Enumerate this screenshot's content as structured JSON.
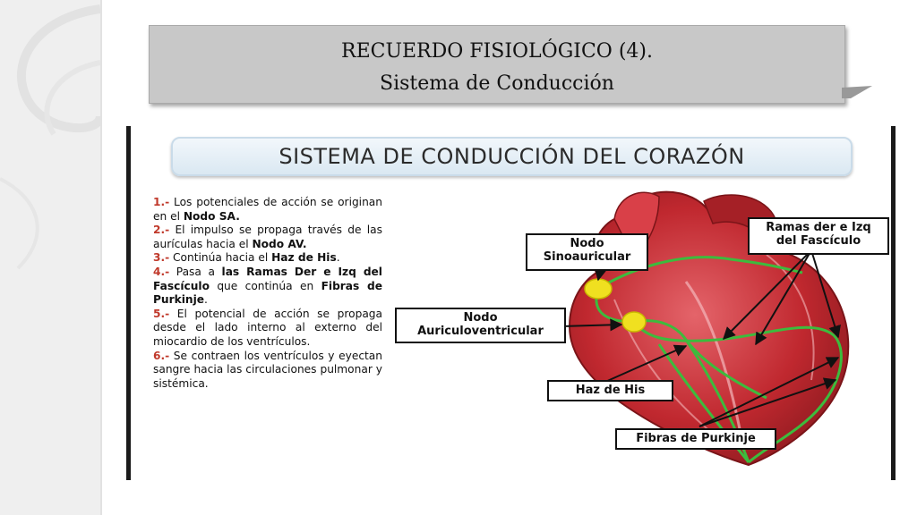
{
  "header": {
    "line1": "RECUERDO FISIOLÓGICO (4).",
    "line2": "Sistema de Conducción"
  },
  "figure": {
    "banner_title": "SISTEMA DE CONDUCCIÓN DEL CORAZÓN",
    "steps": [
      {
        "num": "1.-",
        "parts": [
          {
            "t": " Los potenciales de acción se originan en el "
          },
          {
            "b": "Nodo SA."
          }
        ]
      },
      {
        "num": "2.-",
        "parts": [
          {
            "t": " El impulso se propaga través de las aurículas hacia el "
          },
          {
            "b": "Nodo AV."
          }
        ]
      },
      {
        "num": "3.-",
        "parts": [
          {
            "t": " Continúa hacia el "
          },
          {
            "b": "Haz de His"
          },
          {
            "t": "."
          }
        ]
      },
      {
        "num": "4.-",
        "parts": [
          {
            "t": " Pasa a "
          },
          {
            "b": "las Ramas Der e Izq del Fascículo"
          },
          {
            "t": " que continúa en "
          },
          {
            "b": "Fibras de Purkinje"
          },
          {
            "t": "."
          }
        ]
      },
      {
        "num": "5.-",
        "parts": [
          {
            "t": " El potencial de acción se propaga desde el lado interno al externo del miocardio de los ventrículos."
          }
        ]
      },
      {
        "num": "6.-",
        "parts": [
          {
            "t": " Se contraen los ventrículos y eyectan sangre hacia las circulaciones pulmonar y sistémica."
          }
        ]
      }
    ],
    "labels": {
      "sa_node_1": "Nodo",
      "sa_node_2": "Sinoauricular",
      "av_node_1": "Nodo",
      "av_node_2": "Auriculoventricular",
      "branches_1": "Ramas der e Izq",
      "branches_2": "del Fascículo",
      "his": "Haz de His",
      "purkinje": "Fibras de Purkinje"
    },
    "colors": {
      "heart": "#c0282f",
      "conduction": "#3dbb3d",
      "node": "#f0e020"
    }
  }
}
